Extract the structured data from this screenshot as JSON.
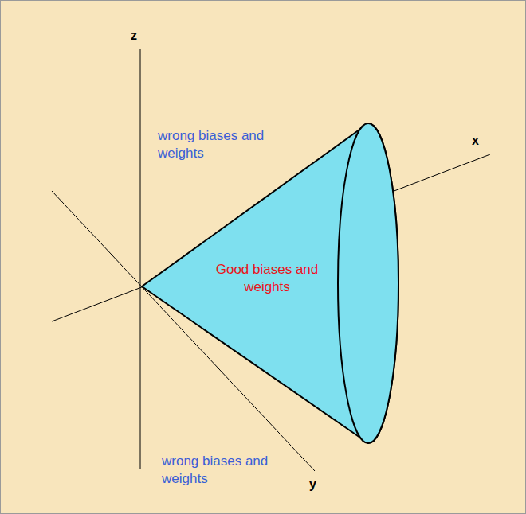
{
  "diagram": {
    "nodes": [
      {
        "text": [
          "Good biases and weights"
        ]
      }
    ],
    "labels": [
      "z",
      "wrong biases and weights",
      "x",
      "wrong biases and weights",
      "y"
    ]
  }
}
